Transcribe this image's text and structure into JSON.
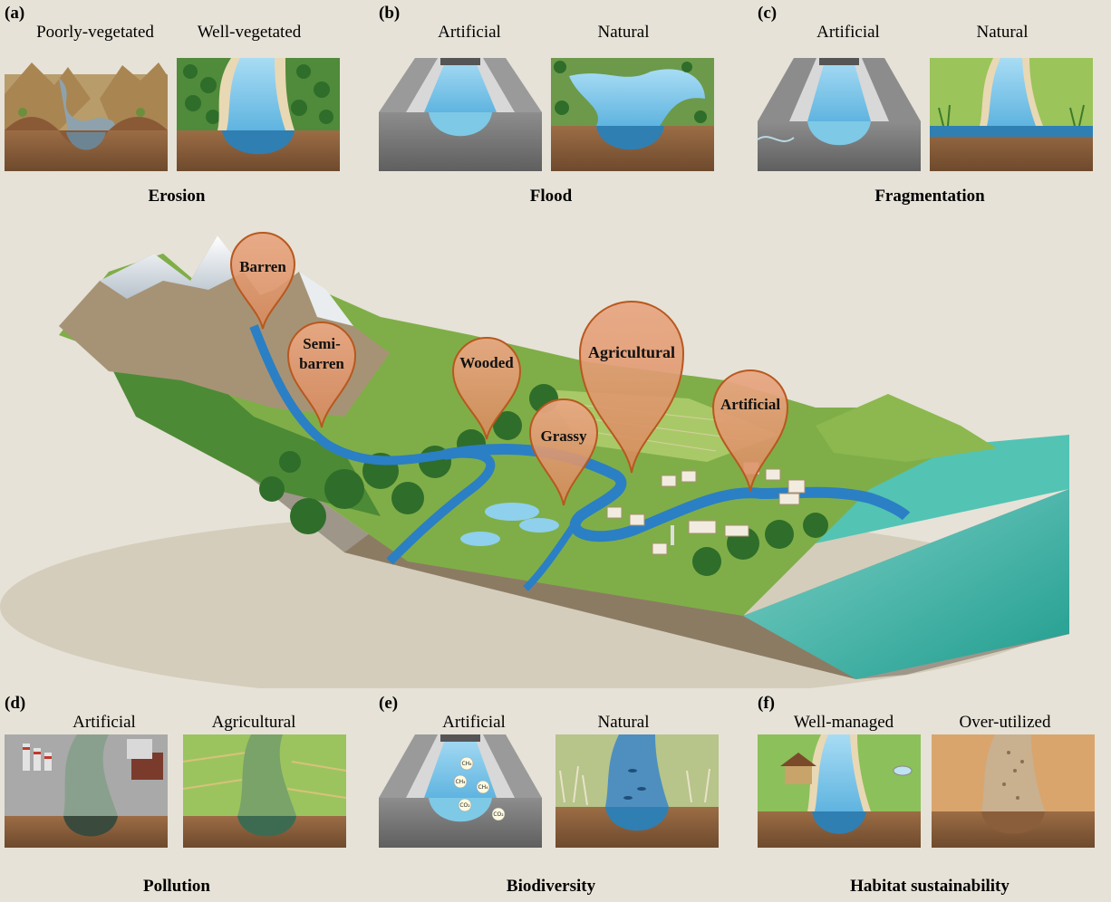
{
  "panels": [
    {
      "letter": "(a)",
      "left_label": "Poorly-vegetated",
      "right_label": "Well-vegetated",
      "title": "Erosion"
    },
    {
      "letter": "(b)",
      "left_label": "Artificial",
      "right_label": "Natural",
      "title": "Flood"
    },
    {
      "letter": "(c)",
      "left_label": "Artificial",
      "right_label": "Natural",
      "title": "Fragmentation"
    },
    {
      "letter": "(d)",
      "left_label": "Artificial",
      "right_label": "Agricultural",
      "title": "Pollution"
    },
    {
      "letter": "(e)",
      "left_label": "Artificial",
      "right_label": "Natural",
      "title": "Biodiversity"
    },
    {
      "letter": "(f)",
      "left_label": "Well-managed",
      "right_label": "Over-utilized",
      "title": "Habitat sustainability"
    }
  ],
  "markers": [
    {
      "label": "Barren"
    },
    {
      "label_line1": "Semi-",
      "label_line2": "barren"
    },
    {
      "label": "Wooded"
    },
    {
      "label": "Agricultural"
    },
    {
      "label": "Grassy"
    },
    {
      "label": "Artificial"
    }
  ],
  "gas_labels": [
    "CH₄",
    "CH₄",
    "CH₄",
    "CO₂",
    "CO₂"
  ],
  "colors": {
    "background": "#e6e2d7",
    "marker_fill": "#e2a27c",
    "marker_stroke": "#b8581e",
    "water": "#5fb4e0",
    "deep_water": "#1f5e9b",
    "soil": "#8b5e3c",
    "sea": "#2fb3a6"
  }
}
